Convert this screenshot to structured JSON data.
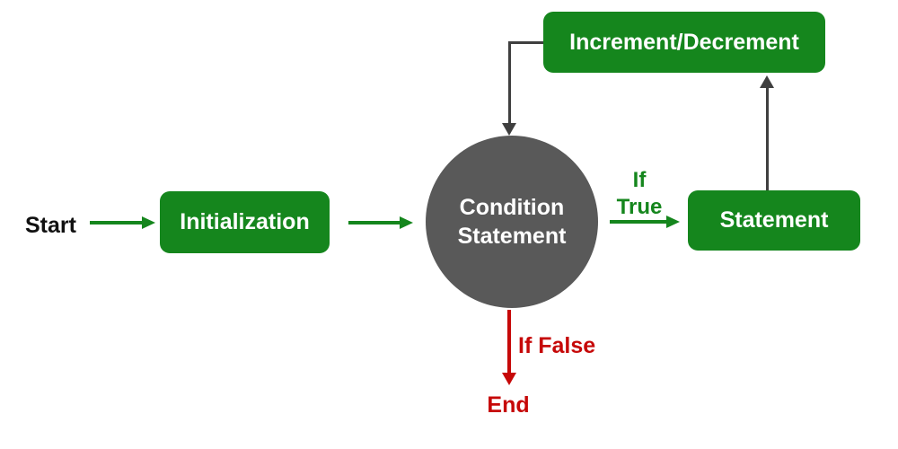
{
  "nodes": {
    "start": {
      "label": "Start"
    },
    "initialization": {
      "label": "Initialization"
    },
    "condition": {
      "line1": "Condition",
      "line2": "Statement"
    },
    "statement": {
      "label": "Statement"
    },
    "increment": {
      "label": "Increment/Decrement"
    },
    "end": {
      "label": "End"
    }
  },
  "edge_labels": {
    "if_true_line1": "If",
    "if_true_line2": "True",
    "if_false": "If False"
  },
  "colors": {
    "node_green": "#15861D",
    "circle_gray": "#595959",
    "connector_dark": "#3F3F3F",
    "alert_red": "#C60808",
    "text_black": "#111111",
    "text_white": "#FFFFFF"
  }
}
